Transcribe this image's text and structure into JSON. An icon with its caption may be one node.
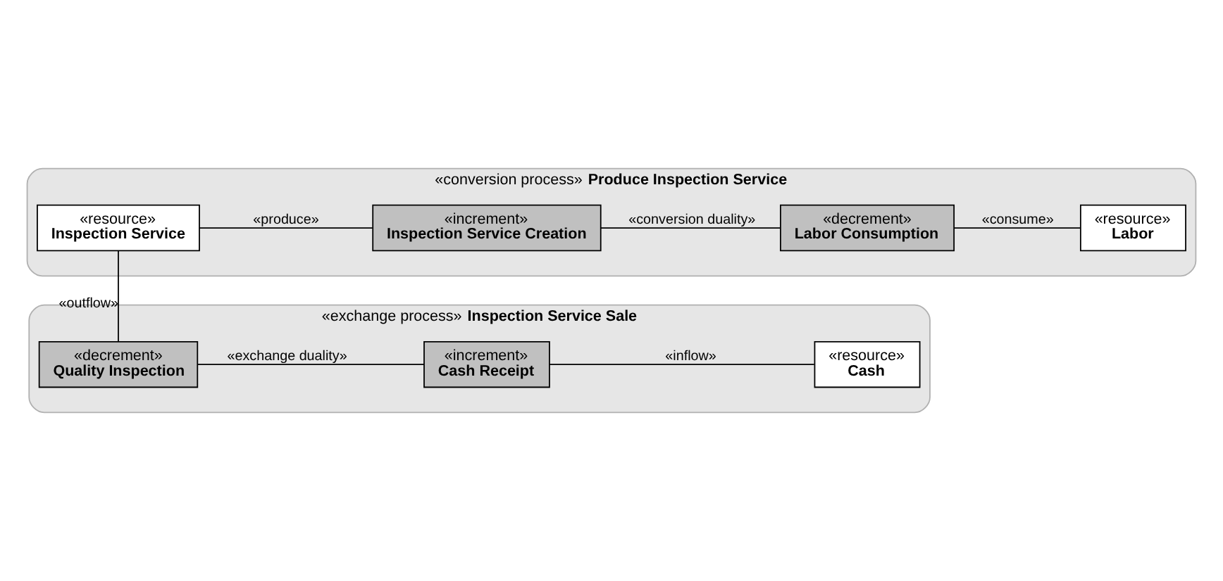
{
  "diagram": {
    "nodes": [
      {
        "text": [
          "«exchange process» **Inspection Service Sale**"
        ]
      },
      {
        "text": [
          "«decrement»",
          "Quality Inspection"
        ],
        "in": 0
      },
      {
        "text": [
          "«increment»",
          "Cash Receipt"
        ],
        "in": 0
      },
      {
        "text": [
          "«resource»",
          "Cash"
        ],
        "in": 0
      },
      {
        "text": [
          "«conversion process» **Produce Inspection Service**"
        ]
      },
      {
        "text": [
          "«resource»",
          "Inspection Service"
        ],
        "in": 4
      },
      {
        "text": [
          "«increment»",
          "Inspection Service Creation"
        ],
        "in": 4
      },
      {
        "text": [
          "«decrement»",
          "Labor Consumption"
        ],
        "in": 4
      },
      {
        "text": [
          "«resource»",
          "Labor"
        ],
        "in": 4
      }
    ],
    "edges": [
      {
        "from": 1,
        "to": 2,
        "arrow": "none",
        "label": "«exchange duality»"
      },
      {
        "from": 2,
        "to": 3,
        "arrow": "none",
        "label": "«inflow»"
      },
      {
        "from": 5,
        "to": 1,
        "arrow": "none",
        "label": "«outflow»"
      },
      {
        "from": 5,
        "to": 6,
        "arrow": "none",
        "label": "«produce»"
      },
      {
        "from": 6,
        "to": 7,
        "arrow": "none",
        "label": "«conversion duality»"
      },
      {
        "from": 7,
        "to": 8,
        "arrow": "none",
        "label": "«consume»"
      }
    ]
  }
}
